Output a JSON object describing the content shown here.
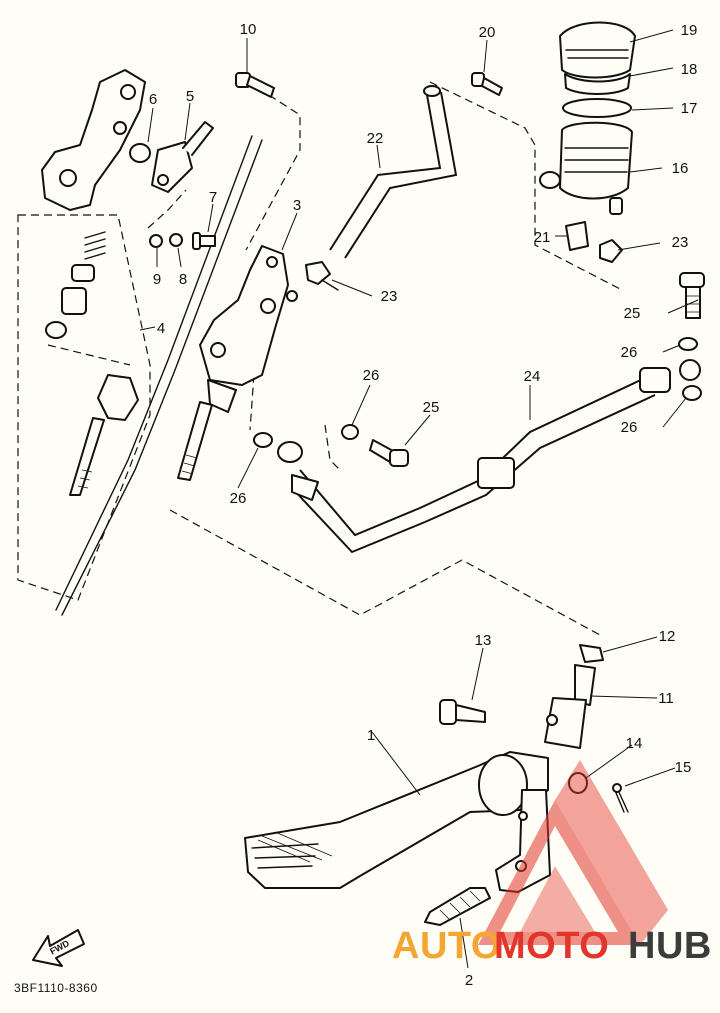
{
  "diagram": {
    "drawing_code": "3BF1110-8360",
    "fwd_label": "FWD",
    "callouts": [
      "1",
      "2",
      "3",
      "4",
      "5",
      "6",
      "7",
      "8",
      "9",
      "10",
      "11",
      "12",
      "13",
      "14",
      "15",
      "16",
      "17",
      "18",
      "19",
      "20",
      "21",
      "22",
      "23",
      "23",
      "24",
      "25",
      "25",
      "26",
      "26",
      "26"
    ]
  },
  "watermark": {
    "part1": "AUTO",
    "part2": "MOTO",
    "part3": "HUB",
    "color_orange": "#f4a633",
    "color_red": "#e2352b",
    "color_dark": "#3c3c3c"
  }
}
